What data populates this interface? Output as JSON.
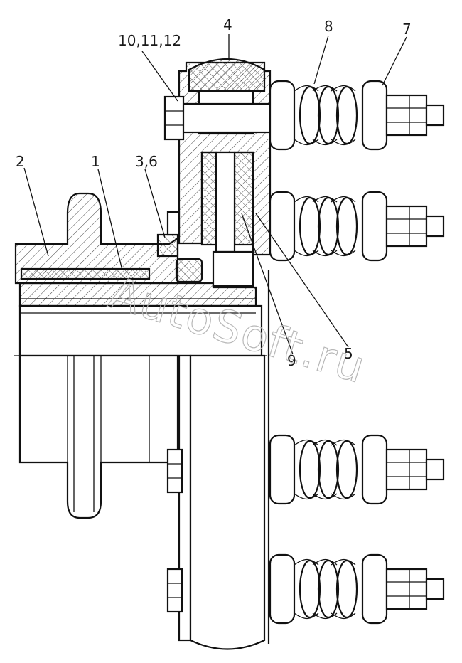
{
  "callouts": {
    "c1": "1",
    "c2": "2",
    "c36": "3,6",
    "c4": "4",
    "c5": "5",
    "c7": "7",
    "c8": "8",
    "c9": "9",
    "c101112": "10,11,12"
  },
  "watermark": "AutoSoft.ru",
  "colors": {
    "ink": "#111111",
    "paper": "#ffffff",
    "watermark": "#b8b8b8"
  }
}
